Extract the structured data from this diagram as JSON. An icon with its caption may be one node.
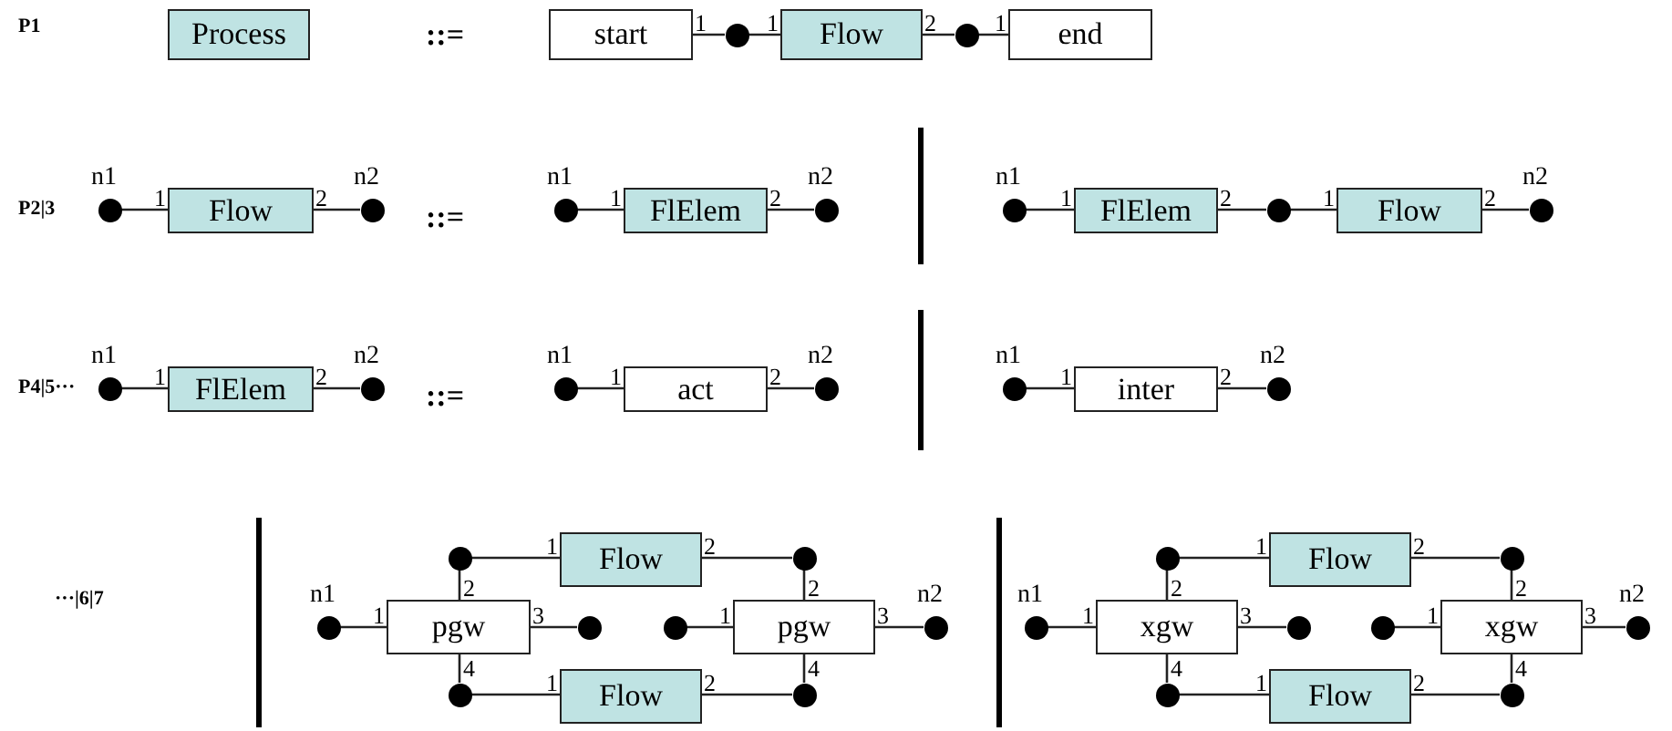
{
  "diagram": {
    "nodes": [
      {
        "text": [
          "Process"
        ]
      },
      {
        "text": [
          "start"
        ]
      },
      {
        "text": [],
        "shape": "circle"
      },
      {
        "text": [
          "Flow"
        ]
      },
      {
        "text": [],
        "shape": "circle"
      },
      {
        "text": [
          "end"
        ]
      },
      {
        "text": [],
        "shape": "circle",
        "beside": [
          "n1"
        ]
      },
      {
        "text": [
          "Flow"
        ]
      },
      {
        "text": [],
        "shape": "circle",
        "beside": [
          "n2"
        ]
      },
      {
        "text": [],
        "shape": "circle",
        "beside": [
          "n1"
        ]
      },
      {
        "text": [
          "FlElem"
        ]
      },
      {
        "text": [],
        "shape": "circle",
        "beside": [
          "n2"
        ]
      },
      {
        "text": [],
        "shape": "circle",
        "beside": [
          "n1"
        ]
      },
      {
        "text": [
          "FlElem"
        ]
      },
      {
        "text": [],
        "shape": "circle"
      },
      {
        "text": [
          "Flow"
        ]
      },
      {
        "text": [],
        "shape": "circle",
        "beside": [
          "n2"
        ]
      },
      {
        "text": [],
        "shape": "circle",
        "beside": [
          "n1"
        ]
      },
      {
        "text": [
          "FlElem"
        ]
      },
      {
        "text": [],
        "shape": "circle",
        "beside": [
          "n2"
        ]
      },
      {
        "text": [],
        "shape": "circle",
        "beside": [
          "n1"
        ]
      },
      {
        "text": [
          "act"
        ]
      },
      {
        "text": [],
        "shape": "circle",
        "beside": [
          "n2"
        ]
      },
      {
        "text": [],
        "shape": "circle",
        "beside": [
          "n1"
        ]
      },
      {
        "text": [
          "inter"
        ]
      },
      {
        "text": [],
        "shape": "circle",
        "beside": [
          "n2"
        ]
      },
      {
        "text": [],
        "shape": "circle"
      },
      {
        "text": [
          "Flow"
        ]
      },
      {
        "text": [],
        "shape": "circle"
      },
      {
        "text": [],
        "shape": "circle",
        "beside": [
          "n1"
        ]
      },
      {
        "text": [
          "pgw"
        ]
      },
      {
        "text": [],
        "shape": "circle"
      },
      {
        "text": [],
        "shape": "circle"
      },
      {
        "text": [
          "pgw"
        ]
      },
      {
        "text": [],
        "shape": "circle",
        "beside": [
          "n2"
        ]
      },
      {
        "text": [],
        "shape": "circle"
      },
      {
        "text": [
          "Flow"
        ]
      },
      {
        "text": [],
        "shape": "circle"
      },
      {
        "text": [],
        "shape": "circle"
      },
      {
        "text": [
          "Flow"
        ]
      },
      {
        "text": [],
        "shape": "circle"
      },
      {
        "text": [],
        "shape": "circle",
        "beside": [
          "n1"
        ]
      },
      {
        "text": [
          "xgw"
        ]
      },
      {
        "text": [],
        "shape": "circle"
      },
      {
        "text": [],
        "shape": "circle"
      },
      {
        "text": [
          "xgw"
        ]
      },
      {
        "text": [],
        "shape": "circle",
        "beside": [
          "n2"
        ]
      },
      {
        "text": [],
        "shape": "circle"
      },
      {
        "text": [
          "Flow"
        ]
      },
      {
        "text": [],
        "shape": "circle"
      }
    ],
    "edges": [
      {
        "from": 1,
        "to": 2,
        "arrow": "none",
        "label": "1"
      },
      {
        "from": 2,
        "to": 3,
        "arrow": "none",
        "label": "1"
      },
      {
        "from": 3,
        "to": 4,
        "arrow": "none",
        "label": "2"
      },
      {
        "from": 4,
        "to": 5,
        "arrow": "none",
        "label": "1"
      },
      {
        "from": 6,
        "to": 7,
        "arrow": "none",
        "label": "1"
      },
      {
        "from": 7,
        "to": 8,
        "arrow": "none",
        "label": "2"
      },
      {
        "from": 9,
        "to": 10,
        "arrow": "none",
        "label": "1"
      },
      {
        "from": 10,
        "to": 11,
        "arrow": "none",
        "label": "2"
      },
      {
        "from": 12,
        "to": 13,
        "arrow": "none",
        "label": "1"
      },
      {
        "from": 13,
        "to": 14,
        "arrow": "none",
        "label": "2"
      },
      {
        "from": 14,
        "to": 15,
        "arrow": "none",
        "label": "1"
      },
      {
        "from": 15,
        "to": 16,
        "arrow": "none",
        "label": "2"
      },
      {
        "from": 17,
        "to": 18,
        "arrow": "none",
        "label": "1"
      },
      {
        "from": 18,
        "to": 19,
        "arrow": "none",
        "label": "2"
      },
      {
        "from": 20,
        "to": 21,
        "arrow": "none",
        "label": "1"
      },
      {
        "from": 21,
        "to": 22,
        "arrow": "none",
        "label": "2"
      },
      {
        "from": 23,
        "to": 24,
        "arrow": "none",
        "label": "1"
      },
      {
        "from": 24,
        "to": 25,
        "arrow": "none",
        "label": "2"
      },
      {
        "from": 29,
        "to": 30,
        "arrow": "none",
        "label": "1"
      },
      {
        "from": 30,
        "to": 31,
        "arrow": "none",
        "label": "3"
      },
      {
        "from": 30,
        "to": 26,
        "arrow": "none",
        "label": "2"
      },
      {
        "from": 26,
        "to": 27,
        "arrow": "none",
        "label": "1"
      },
      {
        "from": 27,
        "to": 28,
        "arrow": "none",
        "label": "2"
      },
      {
        "from": 28,
        "to": 33,
        "arrow": "none",
        "label": "2"
      },
      {
        "from": 32,
        "to": 33,
        "arrow": "none",
        "label": "1"
      },
      {
        "from": 33,
        "to": 34,
        "arrow": "none",
        "label": "3"
      },
      {
        "from": 30,
        "to": 35,
        "arrow": "none",
        "label": "4"
      },
      {
        "from": 35,
        "to": 36,
        "arrow": "none",
        "label": "1"
      },
      {
        "from": 36,
        "to": 37,
        "arrow": "none",
        "label": "2"
      },
      {
        "from": 37,
        "to": 33,
        "arrow": "none",
        "label": "4"
      },
      {
        "from": 41,
        "to": 42,
        "arrow": "none",
        "label": "1"
      },
      {
        "from": 42,
        "to": 43,
        "arrow": "none",
        "label": "3"
      },
      {
        "from": 42,
        "to": 38,
        "arrow": "none",
        "label": "2"
      },
      {
        "from": 38,
        "to": 39,
        "arrow": "none",
        "label": "1"
      },
      {
        "from": 39,
        "to": 40,
        "arrow": "none",
        "label": "2"
      },
      {
        "from": 40,
        "to": 45,
        "arrow": "none",
        "label": "2"
      },
      {
        "from": 44,
        "to": 45,
        "arrow": "none",
        "label": "1"
      },
      {
        "from": 45,
        "to": 46,
        "arrow": "none",
        "label": "3"
      },
      {
        "from": 42,
        "to": 47,
        "arrow": "none",
        "label": "4"
      },
      {
        "from": 47,
        "to": 48,
        "arrow": "none",
        "label": "1"
      },
      {
        "from": 48,
        "to": 49,
        "arrow": "none",
        "label": "2"
      },
      {
        "from": 49,
        "to": 45,
        "arrow": "none",
        "label": "4"
      }
    ],
    "labels": [
      "P1",
      "::=",
      "P2|3",
      "::=",
      "P4|5···",
      "::=",
      "···|6|7"
    ]
  }
}
